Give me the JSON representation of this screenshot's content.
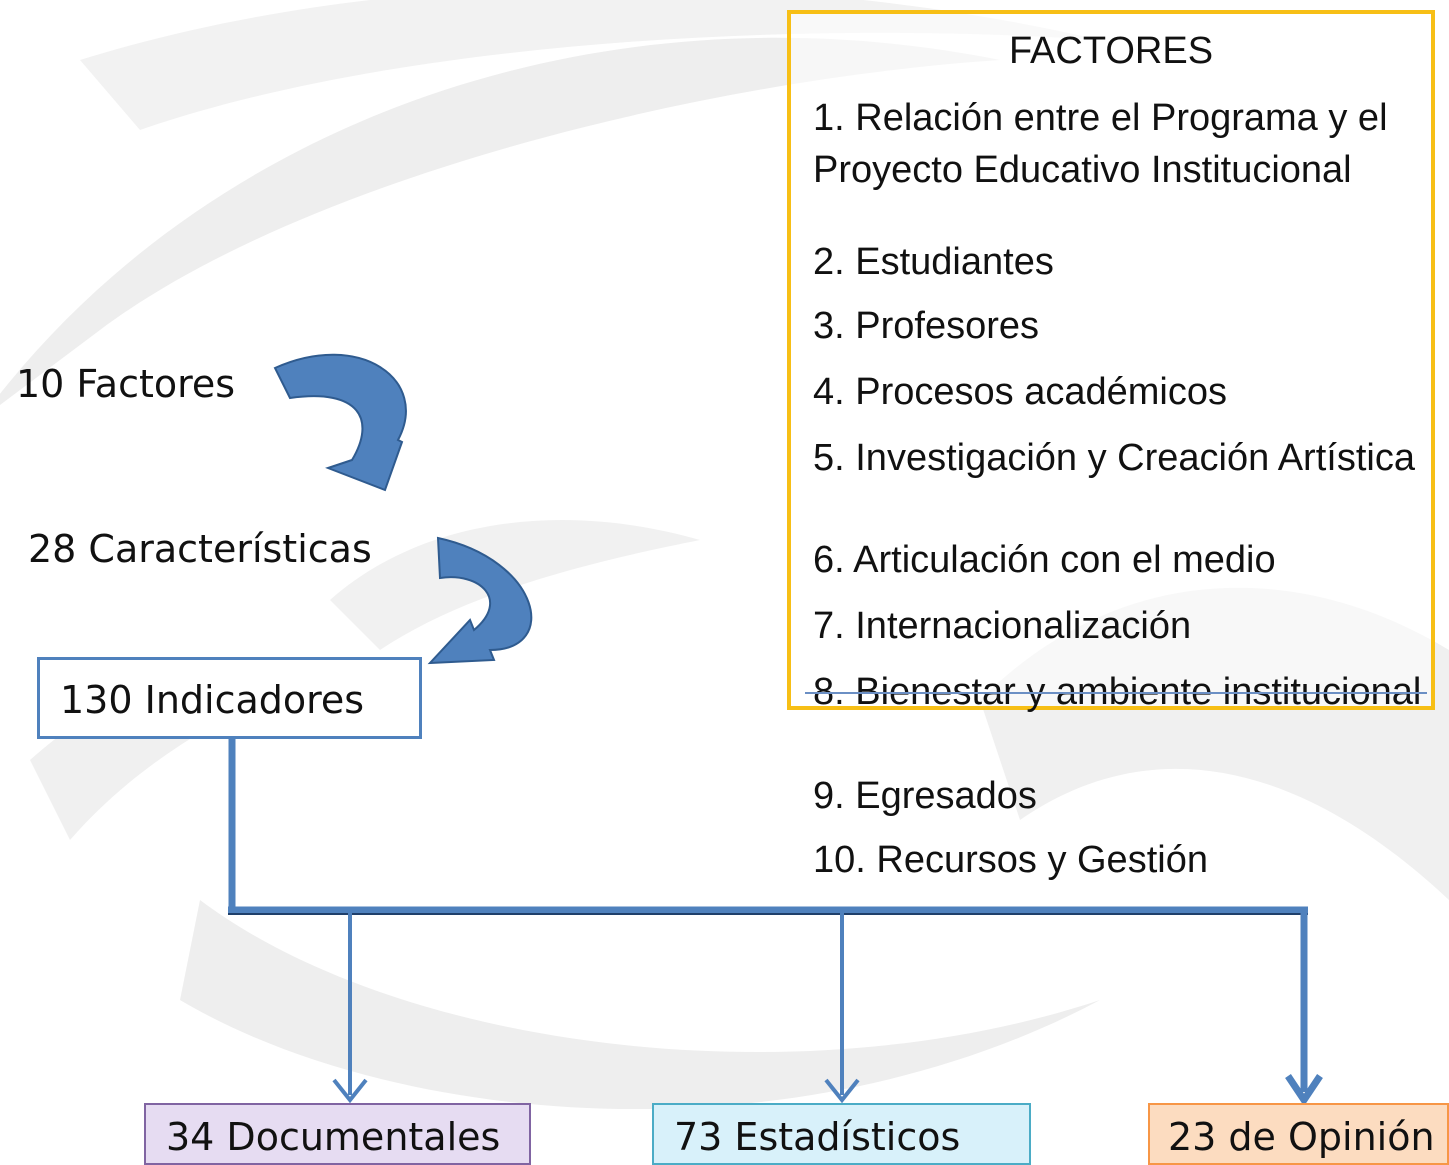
{
  "levels": {
    "factores": "10 Factores",
    "caracteristicas": "28 Características",
    "indicadores": "130 Indicadores"
  },
  "categories": {
    "documentales": "34 Documentales",
    "estadisticos": "73 Estadísticos",
    "opinion": "23 de Opinión"
  },
  "factors_panel": {
    "title": "FACTORES",
    "items": [
      "1. Relación entre el Programa y el Proyecto Educativo Institucional",
      "2. Estudiantes",
      "3. Profesores",
      "4. Procesos académicos",
      "5. Investigación y Creación Artística",
      "6. Articulación con el medio",
      "7. Internacionalización",
      "8. Bienestar y ambiente institucional",
      "9. Egresados",
      "10. Recursos y Gestión"
    ]
  },
  "colors": {
    "connector": "#4f81bd",
    "arrow_fill": "#4f81bd",
    "factors_border": "#f7bf16",
    "documentales_fill": "#e6dcf2",
    "documentales_border": "#8064a2",
    "estadisticos_fill": "#d8f1fa",
    "estadisticos_border": "#4bacc6",
    "opinion_fill": "#fcdcc0",
    "opinion_border": "#f79646"
  }
}
